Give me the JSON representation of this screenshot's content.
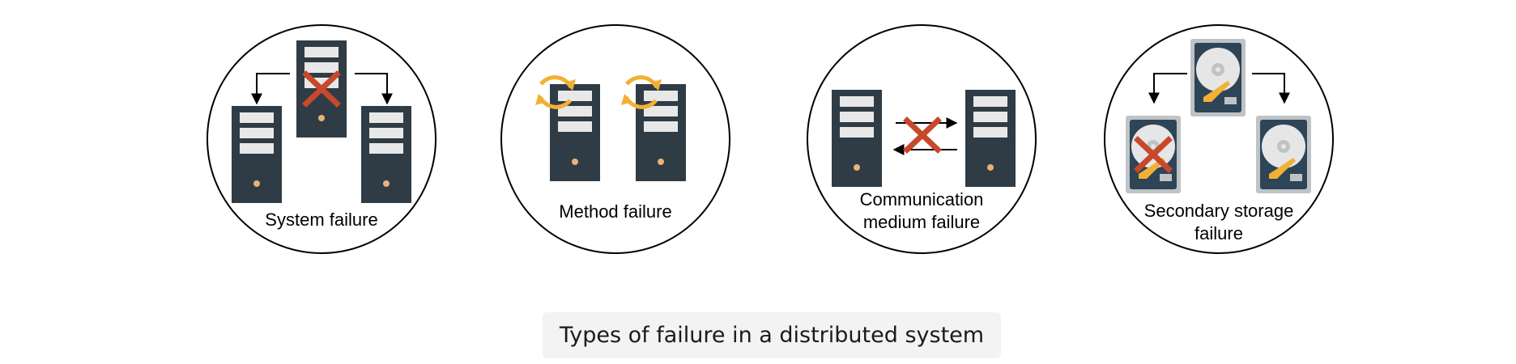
{
  "panels": [
    {
      "id": "system",
      "label": "System failure"
    },
    {
      "id": "method",
      "label": "Method failure"
    },
    {
      "id": "communication",
      "label_lines": [
        "Communication",
        "medium failure"
      ]
    },
    {
      "id": "storage",
      "label_lines": [
        "Secondary storage",
        "failure"
      ]
    }
  ],
  "caption": "Types of failure in a distributed system",
  "colors": {
    "server": "#2f3c45",
    "drive_slot": "#e8e8e8",
    "power_dot": "#e9b277",
    "cross": "#c7482a",
    "sync_arrow": "#f2b134",
    "disk_case": "#bfc3c6",
    "disk_platter": "#e6e6e6",
    "disk_arm": "#f2b134",
    "disk_body": "#2e4457",
    "caption_bg": "#f3f3f3"
  },
  "icons": [
    "server-icon",
    "red-cross-icon",
    "sync-arrows-icon",
    "hard-disk-icon",
    "arrow-icon"
  ]
}
